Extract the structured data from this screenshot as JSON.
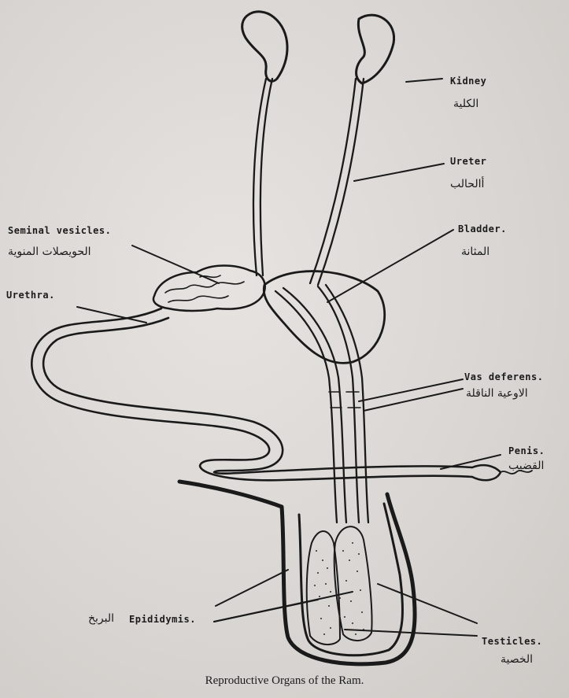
{
  "labels": {
    "kidney": {
      "en": "Kidney",
      "ar": "الكلية"
    },
    "ureter": {
      "en": "Ureter",
      "ar": "أالحالب"
    },
    "bladder": {
      "en": "Bladder.",
      "ar": "المثانة"
    },
    "seminal_vesicles": {
      "en": "Seminal vesicles.",
      "ar": "الحويصلات المنوية"
    },
    "urethra": {
      "en": "Urethra."
    },
    "vas_deferens": {
      "en": "Vas deferens.",
      "ar": "الاوعية الناقلة"
    },
    "penis": {
      "en": "Penis.",
      "ar": "القضيب"
    },
    "epididymis": {
      "en": "Epididymis.",
      "ar": "البربخ"
    },
    "testicles": {
      "en": "Testicles.",
      "ar": "الخصية"
    }
  },
  "caption": "Reproductive Organs of the Ram."
}
